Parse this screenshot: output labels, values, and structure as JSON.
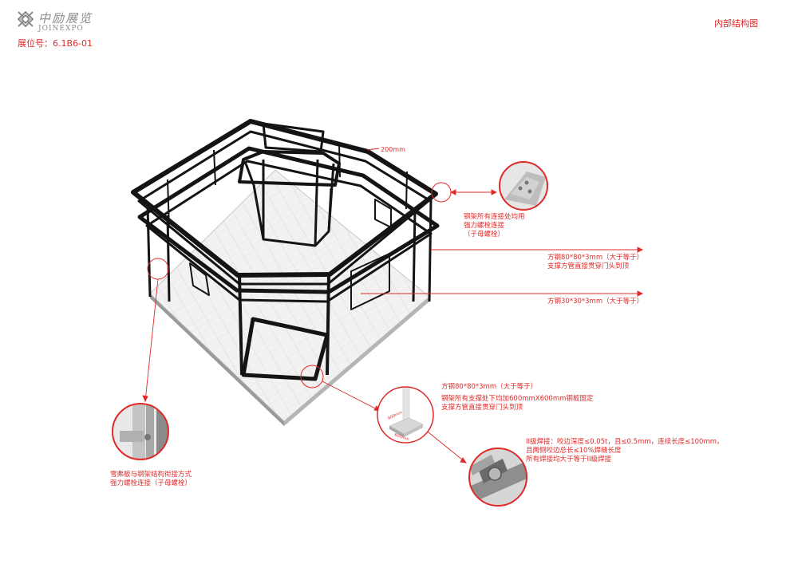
{
  "header": {
    "logo_cn": "中励展览",
    "logo_en": "JOINEXPO",
    "booth_label": "展位号：6.1B6-01",
    "drawing_title": "内部结构图"
  },
  "colors": {
    "annotation": "#e02a2a",
    "steel": "#1a1a1a",
    "floor": "#efefef",
    "logo": "#8c8c8c"
  },
  "dimension_label": "200mm",
  "notes": {
    "bolt_connection": [
      "钢架所有连接处均用",
      "强力螺栓连接",
      "（子母螺栓）"
    ],
    "square_steel_top": [
      "方钢80*80*3mm（大于等于）",
      "支撑方管直接贯穿门头到顶"
    ],
    "square_steel_small": [
      "方钢30*30*3mm（大于等于）"
    ],
    "base_plate": [
      "方钢80*80*3mm（大于等于）",
      "钢架所有支撑处下均加600mmX600mm钢板固定",
      "支撑方管直接贯穿门头到顶"
    ],
    "welding": [
      "II级焊接：咬边深度≤0.05t，且≤0.5mm，连续长度≤100mm，",
      "且两侧咬边总长≤10%焊缝长度",
      "所有焊接均大于等于II级焊接"
    ],
    "snow_board": [
      "雪弗板与钢架结构衔接方式",
      "强力螺栓连接（子母螺栓）"
    ]
  },
  "detail_labels": {
    "plate_w": "600mm",
    "plate_d": "600mm"
  }
}
